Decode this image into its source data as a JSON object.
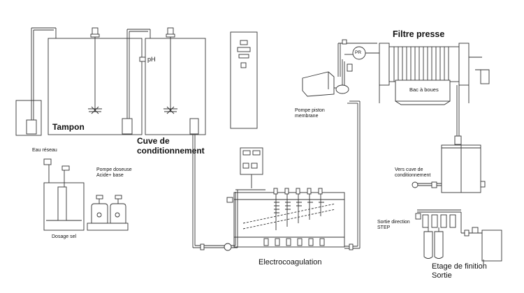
{
  "labels": {
    "tampon": "Tampon",
    "ph": "pH",
    "cuve_conditionnement": "Cuve de conditionnement",
    "filtre_presse": "Filtre presse",
    "pr": "PR",
    "bac_a_boues": "Bac à boues",
    "pompe_piston": "Pompe piston membrane",
    "eau_reseau": "Eau réseau",
    "pompe_doseuse": "Pompe doseuse Acide+ base",
    "dosage_sel": "Dosage sel",
    "vers_cuve": "Vers cuve de conditionnement",
    "sortie_step": "Sortie direction STEP",
    "electrocoagulation": "Electrocoagulation",
    "etage_finition": "Etage de finition",
    "sortie": "Sortie"
  },
  "colors": {
    "line": "#333333",
    "background": "#ffffff"
  }
}
